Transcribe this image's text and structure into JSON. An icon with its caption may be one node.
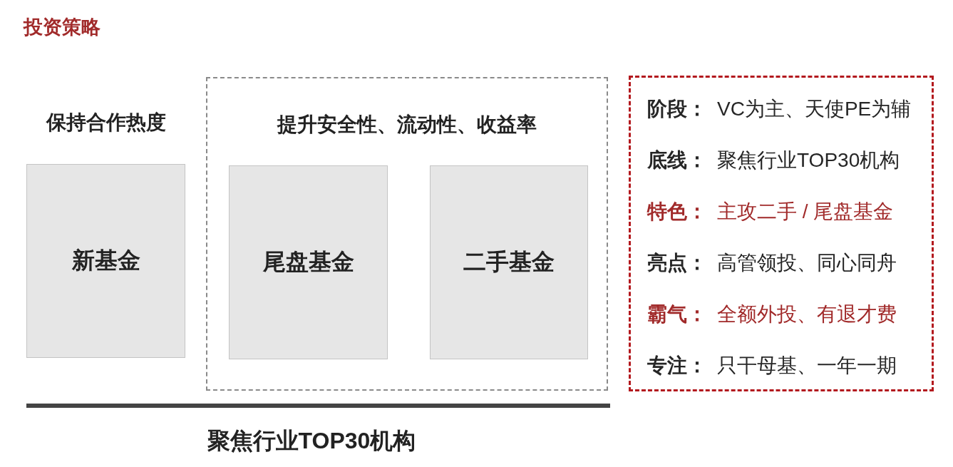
{
  "diagram": {
    "title": "投资策略",
    "nodes": [
      {
        "text": [
          "提升安全性、流动性、收益率"
        ]
      },
      {
        "text": [
          "保持合作热度",
          "新基金"
        ]
      },
      {
        "text": [
          "尾盘基金"
        ],
        "in": 0
      },
      {
        "text": [
          "二手基金"
        ],
        "in": 0
      },
      {
        "text": [
          "阶段：",
          "VC为主、天使PE为辅",
          "底线：",
          "聚焦行业TOP30机构",
          "特色：",
          "主攻二手 / 尾盘基金",
          "亮点：",
          "高管领投、同心同舟",
          "霸气：",
          "全额外投、有退才费",
          "专注：",
          "只干母基、一年一期"
        ]
      }
    ],
    "labels": [
      "聚焦行业TOP30机构"
    ]
  }
}
